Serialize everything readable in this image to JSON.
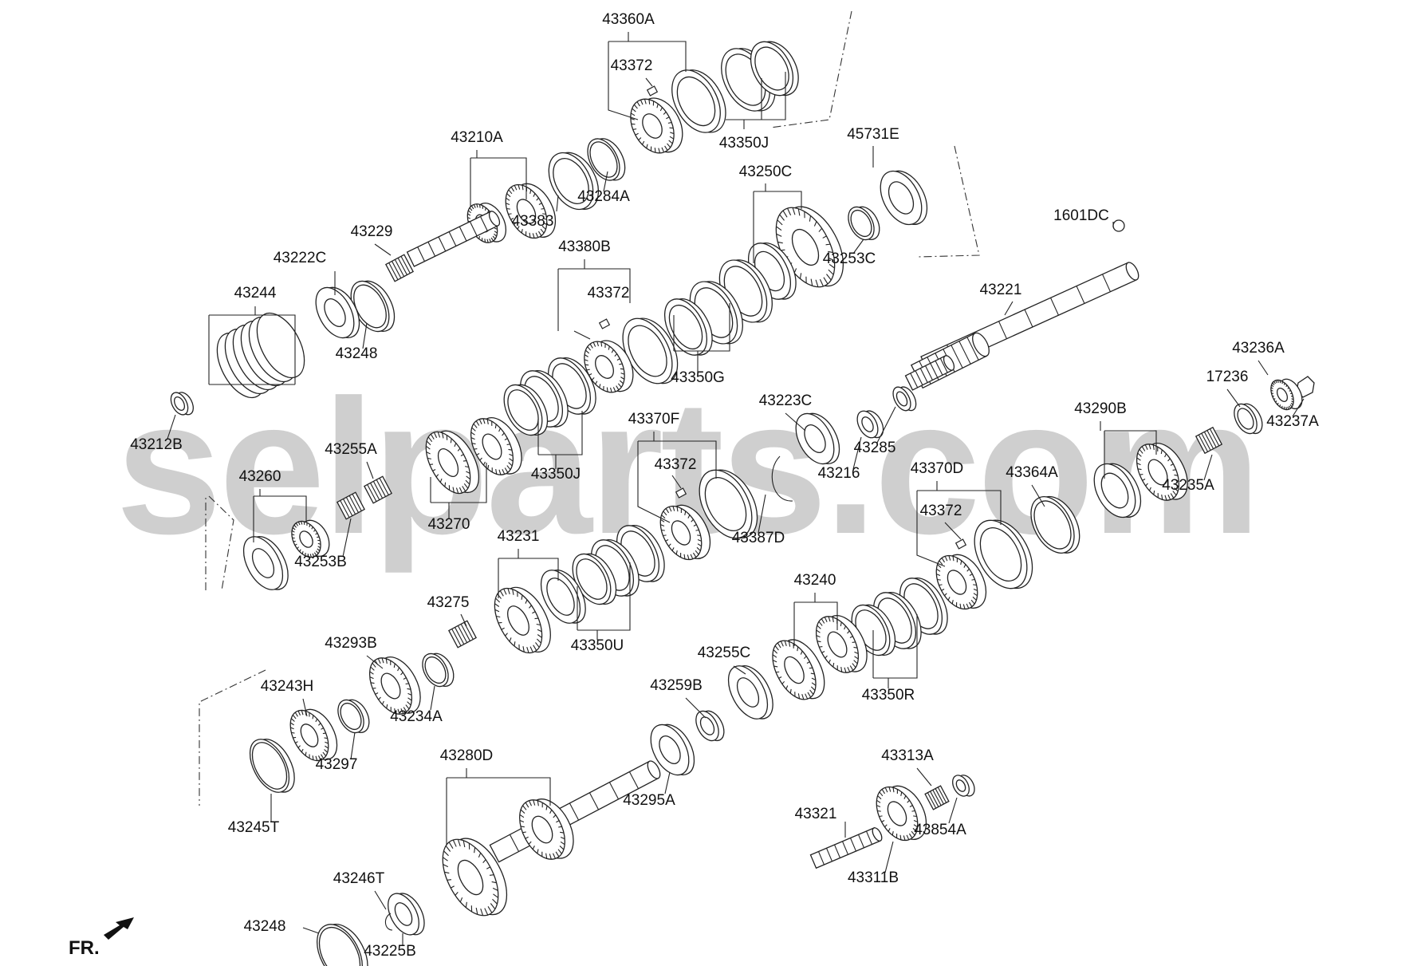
{
  "watermark": "selparts.com",
  "orientation_label": "FR.",
  "icons": [
    "front-direction-arrow-icon"
  ],
  "parts": [
    {
      "code": "43360A"
    },
    {
      "code": "43372"
    },
    {
      "code": "43350J"
    },
    {
      "code": "45731E"
    },
    {
      "code": "43210A"
    },
    {
      "code": "43284A"
    },
    {
      "code": "43383"
    },
    {
      "code": "43250C"
    },
    {
      "code": "43253C"
    },
    {
      "code": "1601DC"
    },
    {
      "code": "43229"
    },
    {
      "code": "43222C"
    },
    {
      "code": "43244"
    },
    {
      "code": "43248"
    },
    {
      "code": "43380B"
    },
    {
      "code": "43350G"
    },
    {
      "code": "43221"
    },
    {
      "code": "43236A"
    },
    {
      "code": "17236"
    },
    {
      "code": "43237A"
    },
    {
      "code": "43212B"
    },
    {
      "code": "43255A"
    },
    {
      "code": "43260"
    },
    {
      "code": "43253B"
    },
    {
      "code": "43270"
    },
    {
      "code": "43223C"
    },
    {
      "code": "43216"
    },
    {
      "code": "43285"
    },
    {
      "code": "43290B"
    },
    {
      "code": "43235A"
    },
    {
      "code": "43370F"
    },
    {
      "code": "43387D"
    },
    {
      "code": "43370D"
    },
    {
      "code": "43364A"
    },
    {
      "code": "43231"
    },
    {
      "code": "43350U"
    },
    {
      "code": "43275"
    },
    {
      "code": "43240"
    },
    {
      "code": "43255C"
    },
    {
      "code": "43350R"
    },
    {
      "code": "43293B"
    },
    {
      "code": "43234A"
    },
    {
      "code": "43243H"
    },
    {
      "code": "43297"
    },
    {
      "code": "43259B"
    },
    {
      "code": "43245T"
    },
    {
      "code": "43280D"
    },
    {
      "code": "43295A"
    },
    {
      "code": "43313A"
    },
    {
      "code": "43321"
    },
    {
      "code": "43854A"
    },
    {
      "code": "43311B"
    },
    {
      "code": "43246T"
    },
    {
      "code": "43225B"
    }
  ]
}
